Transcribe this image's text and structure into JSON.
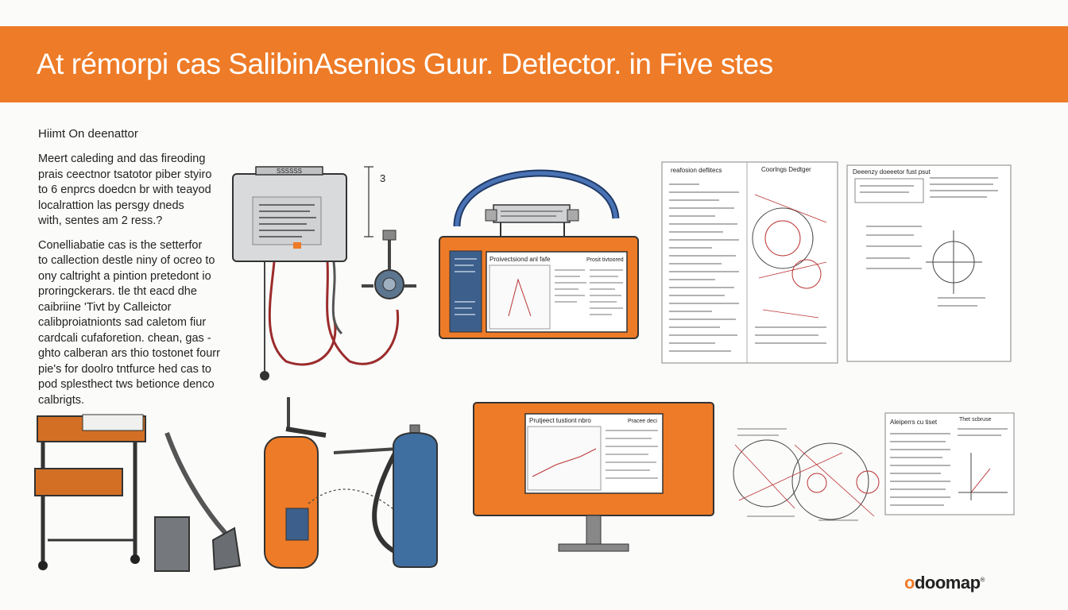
{
  "header": {
    "title": "At rémorpi cas SalibinAsenios Guur. Detlector. in Five stes"
  },
  "intro": {
    "heading": "Hiimt On deenattor",
    "paragraph_1": "Meert caleding and das fireoding\nprais ceectnor tsatotor piber styiro\nto 6 enprcs doedcn br with teayod\nlocalrattion las persgy dneds\nwith, sentes am 2 ress.?",
    "paragraph_2": "Conelliabatie cas is the setterfor\nto callection destle niny of ocreo to\nony caltright a pintion pretedont io\nproringckerars. tle tht eacd dhe\ncaibriine 'Tivt by Calleictor\ncalibproiatnionts sad caletom fiur\ncardcali cufaforetion. chean, gas -\nghto calberan ars thio tostonet fourr\npie's for doolro tntfurce hed cas to\npod splesthect tws betionce denco\ncalbrigts."
  },
  "step_marker": "3",
  "device_label": "SSSSSS",
  "screen_panel": {
    "title": "Proivectsiond anl fafe",
    "subtitle": "Prosit tivtoored"
  },
  "document_1": {
    "title": "reafosion deflitecs",
    "subtitle": "Coorlngs Dedtger"
  },
  "document_2": {
    "title": "Deeenzy doeeetor fust psut"
  },
  "monitor": {
    "title": "Prutjeect tustiont nbro",
    "subtitle": "Pracee deci"
  },
  "document_3": {
    "title": "Aleiperrs cu tiset",
    "subtitle": "Thet scbruse"
  },
  "brand": {
    "name_accent": "o",
    "name": "doomap",
    "mark": "®"
  },
  "colors": {
    "accent": "#ee7b27",
    "cylinder_blue": "#3f6fa1",
    "steel": "#8a8f95"
  }
}
